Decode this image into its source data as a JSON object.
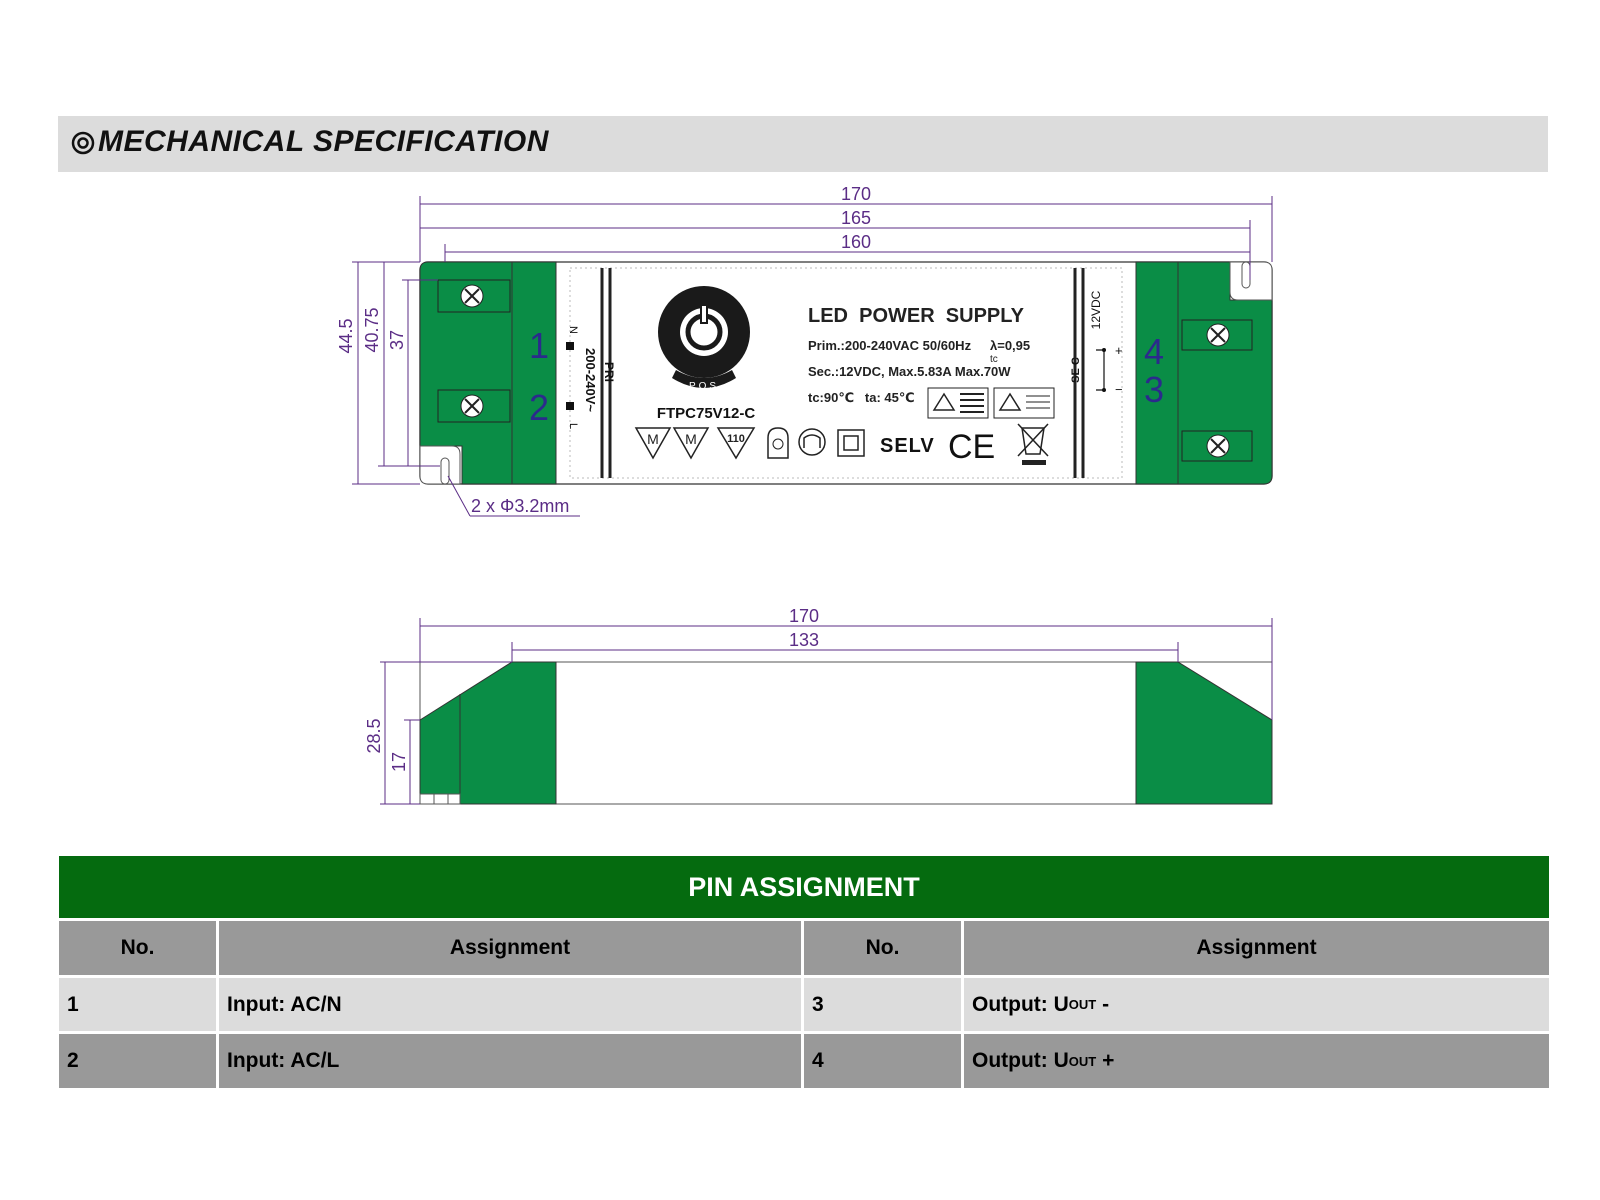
{
  "header": {
    "title": "MECHANICAL SPECIFICATION"
  },
  "top_view": {
    "dims": {
      "overall": "170",
      "mount_spacing": "165",
      "inner": "160",
      "height_overall": "44.5",
      "height_mid": "40.75",
      "height_inner": "37",
      "hole_note": "2 x Φ3.2mm"
    },
    "terminal_labels": {
      "left_1": "1",
      "left_2": "2",
      "right_4": "4",
      "right_3": "3"
    },
    "label": {
      "title": "LED  POWER  SUPPLY",
      "prim": "Prim.:200-240VAC 50/60Hz",
      "lambda": "λ=0,95",
      "tc_sub": "tc",
      "sec": "Sec.:12VDC, Max.5.83A Max.70W",
      "temps": "tc:90℃   ta: 45℃",
      "model": "FTPC75V12-C",
      "pos": "POS",
      "pri_tag": "PRI",
      "sec_tag": "SE C",
      "input_range": "200-240V~",
      "n_mark": "N",
      "l_mark": "L",
      "output_v": "12VDC",
      "plus": "+",
      "minus": "−",
      "selv": "SELV",
      "ce": "CE",
      "m1": "M",
      "m2": "M",
      "num110": "110"
    }
  },
  "side_view": {
    "dims": {
      "overall": "170",
      "inner": "133",
      "height_overall": "28.5",
      "height_low": "17"
    }
  },
  "pin_assignment": {
    "title": "PIN ASSIGNMENT",
    "headers": {
      "no_a": "No.",
      "assign_a": "Assignment",
      "no_b": "No.",
      "assign_b": "Assignment"
    },
    "rows": [
      {
        "no_a": "1",
        "assign_a": "Input: AC/N",
        "no_b": "3",
        "assign_b_prefix": "Output: U",
        "assign_b_sub": "OUT",
        "assign_b_suffix": " -"
      },
      {
        "no_a": "2",
        "assign_a": "Input: AC/L",
        "no_b": "4",
        "assign_b_prefix": "Output: U",
        "assign_b_sub": "OUT",
        "assign_b_suffix": " +"
      }
    ]
  },
  "colors": {
    "green_body": "#0a8d46",
    "dim_line": "#5b2d86",
    "pin_header_green": "#056b0f",
    "grey_dark": "#999999",
    "grey_light": "#dcdcdc"
  }
}
